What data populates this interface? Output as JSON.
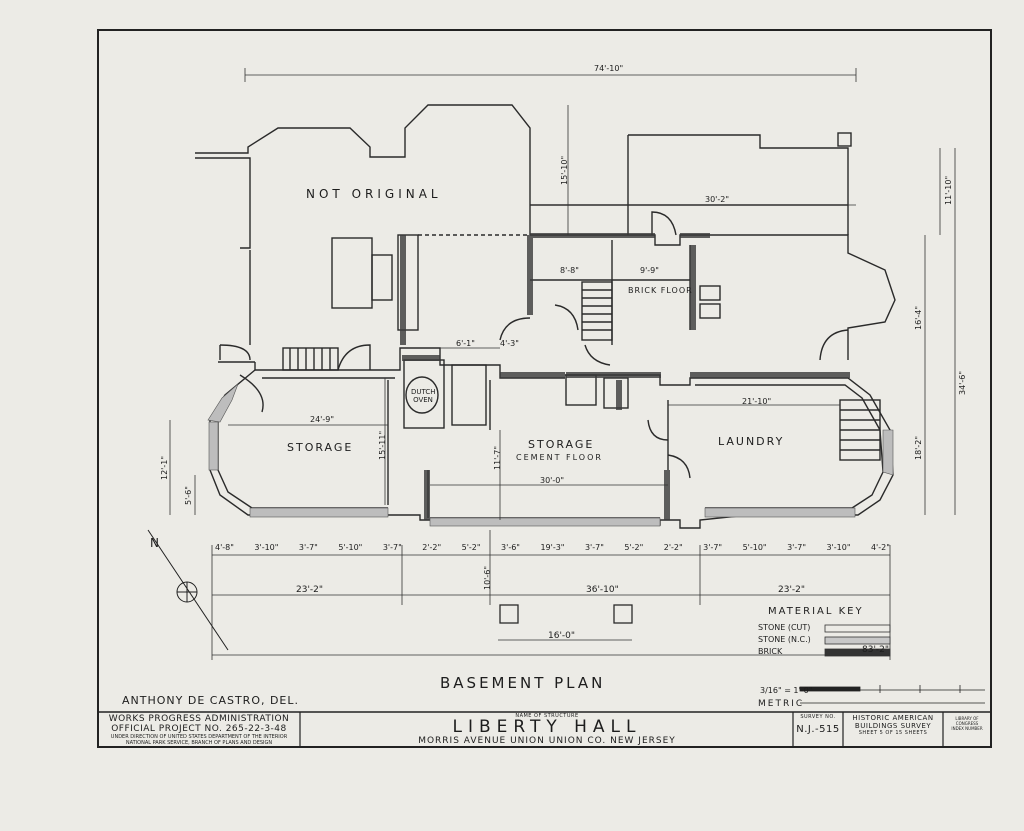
{
  "drawing": {
    "plan_title": "BASEMENT PLAN",
    "delineator": "ANTHONY DE CASTRO, DEL.",
    "north_label": "N",
    "rooms": {
      "not_original": "NOT ORIGINAL",
      "storage_west": "STORAGE",
      "storage_center": "STORAGE",
      "cement_floor": "CEMENT FLOOR",
      "laundry": "LAUNDRY",
      "brick_floor": "BRICK FLOOR",
      "dutch_oven": "DUTCH OVEN"
    },
    "dimensions": {
      "overall_top": "74'-10\"",
      "top_right_small": "30'-2\"",
      "right_top": "11'-10\"",
      "right_mid": "16'-4\"",
      "right_total": "34'-6\"",
      "right_laundry": "18'-2\"",
      "bay_depth": "15'-10\"",
      "room_9_9": "9'-9\"",
      "room_8_8": "8'-8\"",
      "small_6_1": "6'-1\"",
      "small_4_3": "4'-3\"",
      "storage_width": "24'-9\"",
      "storage_depth": "15'-11\"",
      "left_12_1": "12'-1\"",
      "left_5_6": "5'-6\"",
      "center_30_0": "30'-0\"",
      "laundry_21_10": "21'-10\"",
      "center_depth": "11'-7\"",
      "row_segments": [
        "4'-8\"",
        "3'-10\"",
        "3'-7\"",
        "5'-10\"",
        "3'-7\"",
        "2'-2\"",
        "5'-2\"",
        "3'-6\"",
        "19'-3\"",
        "3'-7\"",
        "5'-2\"",
        "2'-2\"",
        "3'-7\"",
        "5'-10\"",
        "3'-7\"",
        "3'-10\"",
        "4'-2\""
      ],
      "left_wing": "23'-2\"",
      "center_wing": "36'-10\"",
      "right_wing": "23'-2\"",
      "porch_depth": "10'-6\"",
      "porch_width": "16'-0\"",
      "overall_bottom": "83'-2\""
    }
  },
  "material_key": {
    "title": "MATERIAL KEY",
    "items": [
      {
        "label": "STONE (CUT)"
      },
      {
        "label": "STONE (N.C.)"
      },
      {
        "label": "BRICK"
      }
    ]
  },
  "scale": {
    "label": "3/16\" = 1'-0\"",
    "metric_label": "METRIC"
  },
  "title_block": {
    "agency_line1": "WORKS PROGRESS ADMINISTRATION",
    "agency_line2": "OFFICIAL PROJECT NO. 265-22-3-48",
    "agency_line3": "UNDER DIRECTION OF UNITED STATES DEPARTMENT OF THE INTERIOR",
    "agency_line4": "NATIONAL PARK SERVICE, BRANCH OF PLANS AND DESIGN",
    "name_caption": "NAME OF STRUCTURE",
    "structure_name": "LIBERTY HALL",
    "location": "MORRIS AVENUE UNION UNION CO. NEW JERSEY",
    "survey_caption": "SURVEY NO.",
    "survey_no": "N.J.-515",
    "habs_line1": "HISTORIC AMERICAN",
    "habs_line2": "BUILDINGS SURVEY",
    "sheet_text": "SHEET 5 OF 15 SHEETS",
    "library_line1": "LIBRARY OF CONGRESS",
    "library_line2": "INDEX NUMBER"
  }
}
